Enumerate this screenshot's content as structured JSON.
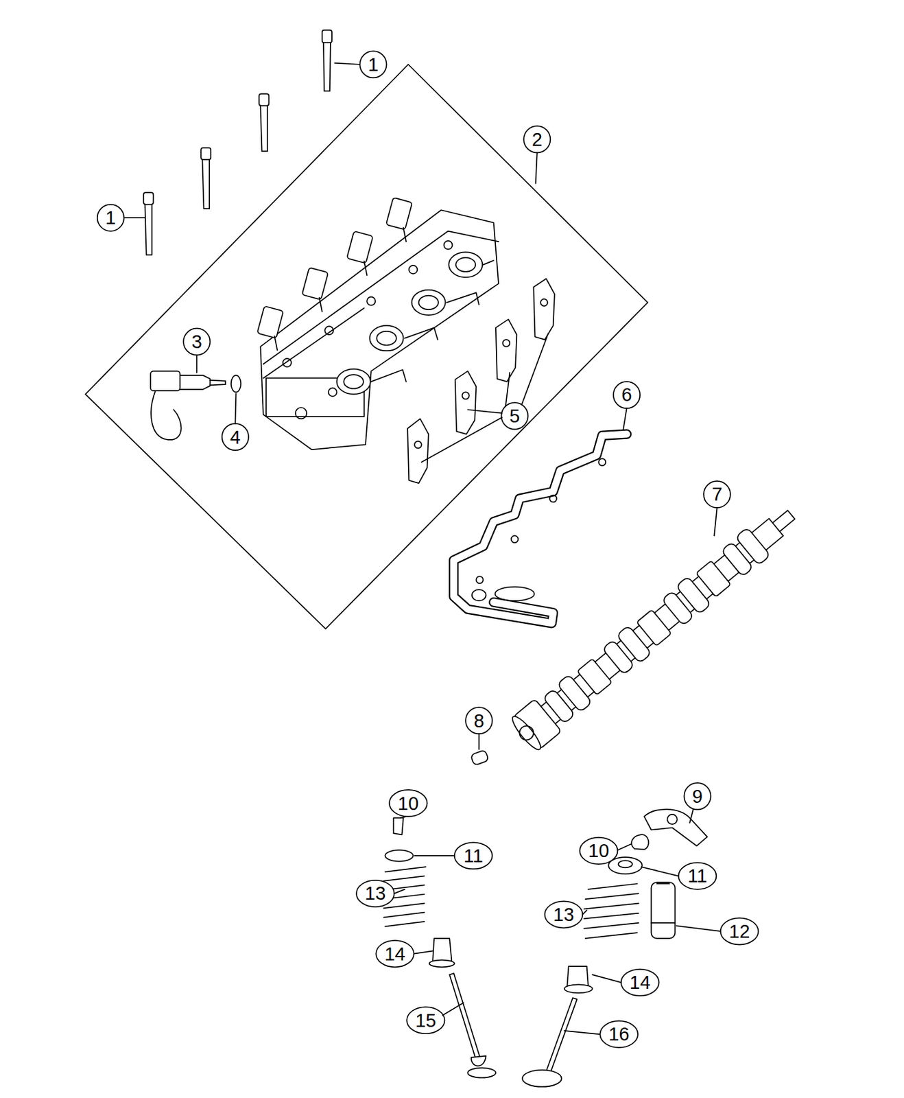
{
  "diagram": {
    "labels": [
      "1",
      "2",
      "1",
      "3",
      "5",
      "6",
      "4",
      "7",
      "8",
      "10",
      "9",
      "10",
      "11",
      "11",
      "13",
      "12",
      "13",
      "14",
      "14",
      "15",
      "16"
    ]
  }
}
